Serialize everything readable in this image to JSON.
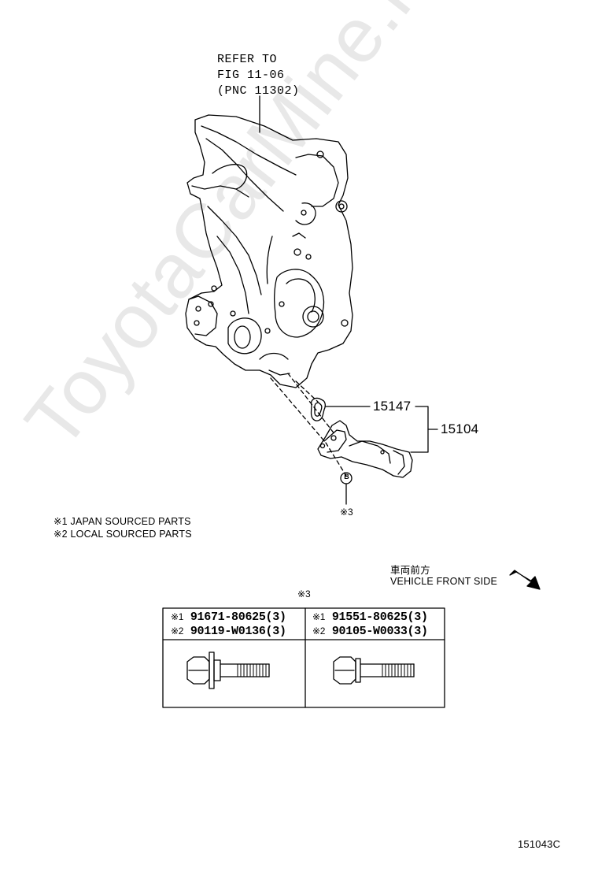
{
  "watermark": "ToyotaCarMine.ru",
  "refer_note": {
    "line1": "REFER TO",
    "line2": "FIG 11-06",
    "line3": "(PNC 11302)"
  },
  "callouts": {
    "gasket": "15147",
    "strainer": "15104",
    "bolt_ref_letter": "B",
    "bolt_ref_mark": "※3"
  },
  "legend": {
    "line1": "※1 JAPAN SOURCED PARTS",
    "line2": "※2 LOCAL SOURCED PARTS"
  },
  "direction": {
    "jp": "車両前方",
    "en": "VEHICLE FRONT SIDE"
  },
  "bolt_table": {
    "title_mark": "※3",
    "left": {
      "mark1": "※1",
      "part1": "91671-80625(3)",
      "mark2": "※2",
      "part2": "90119-W0136(3)"
    },
    "right": {
      "mark1": "※1",
      "part1": "91551-80625(3)",
      "mark2": "※2",
      "part2": "90105-W0033(3)"
    }
  },
  "figure_id": "151043C"
}
